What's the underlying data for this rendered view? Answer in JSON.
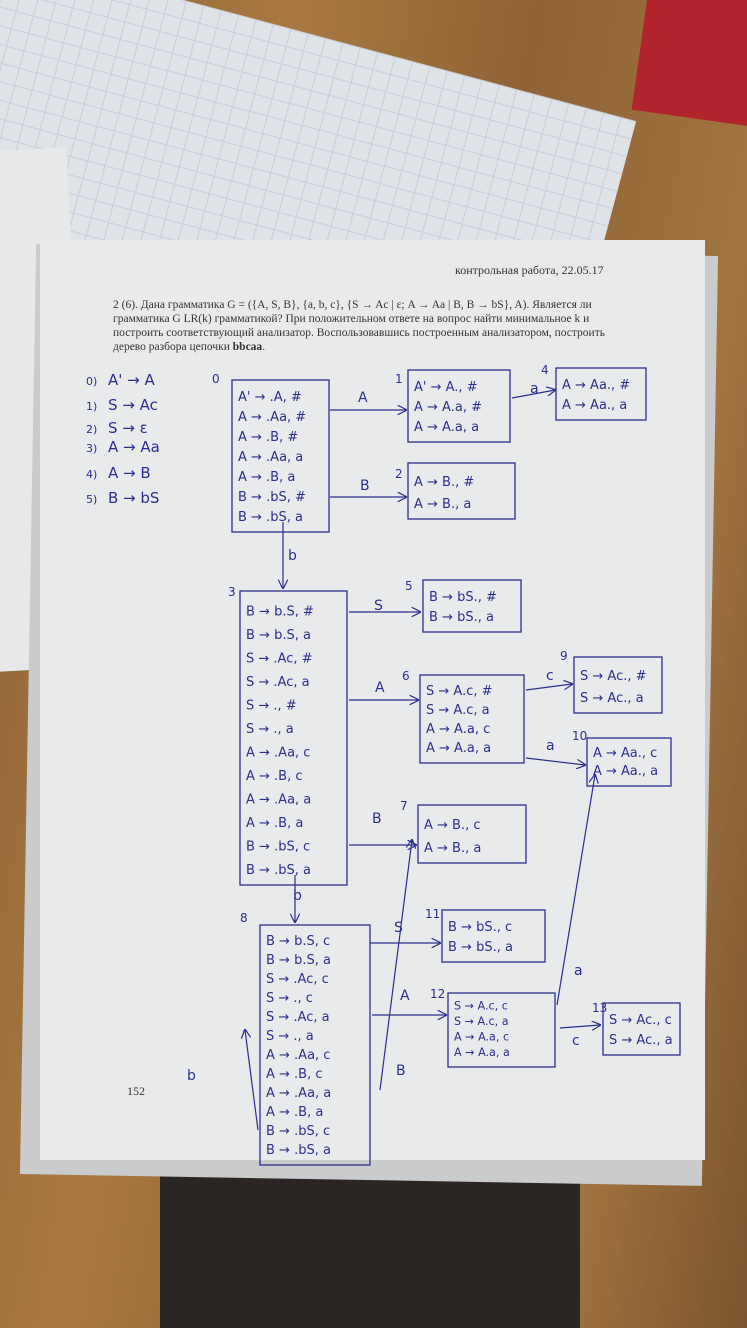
{
  "document": {
    "header": "контрольная работа, 22.05.17",
    "task_text": "2 (6). Дана грамматика G = ({A, S, B}, {a, b, c}, {S → Ac | ε; A → Aa | B, B → bS}, A). Является ли грамматика G LR(k) грамматикой? При положительном ответе на вопрос найти минимальное k и построить соответствующий анализатор. Воспользовавшись построенным анализатором, построить дерево разбора цепочки ",
    "task_bold": "bbcaa",
    "task_end": ".",
    "page_number": "152"
  },
  "handwriting": {
    "rules": [
      {
        "num": "0)",
        "text": "A' → A"
      },
      {
        "num": "1)",
        "text": "S → Ac"
      },
      {
        "num": "2)",
        "text": "S → ε"
      },
      {
        "num": "3)",
        "text": "A → Aa"
      },
      {
        "num": "4)",
        "text": "A → B"
      },
      {
        "num": "5)",
        "text": "B → bS"
      }
    ],
    "states": [
      {
        "id": "0",
        "items": [
          "A' → .A, #",
          "A → .Aa, #",
          "A → .B, #",
          "A → .Aa, a",
          "A → .B, a",
          "B → .bS, #",
          "B → .bS, a"
        ]
      },
      {
        "id": "1",
        "items": [
          "A' → A., #",
          "A → A.a, #",
          "A → A.a, a"
        ]
      },
      {
        "id": "2",
        "items": [
          "A → B., #",
          "A → B., a"
        ]
      },
      {
        "id": "3",
        "items": [
          "B → b.S, #",
          "B → b.S, a",
          "S → .Ac, #",
          "S → .Ac, a",
          "S → ., #",
          "S → ., a",
          "A → .Aa, c",
          "A → .B, c",
          "A → .Aa, a",
          "A → .B, a",
          "B → .bS, c",
          "B → .bS, a"
        ]
      },
      {
        "id": "4",
        "items": [
          "A → Aa., #",
          "A → Aa., a"
        ]
      },
      {
        "id": "5",
        "items": [
          "B → bS., #",
          "B → bS., a"
        ]
      },
      {
        "id": "6",
        "items": [
          "S → A.c, #",
          "S → A.c, a",
          "A → A.a, c",
          "A → A.a, a"
        ]
      },
      {
        "id": "7",
        "items": [
          "A → B., c",
          "A → B., a"
        ]
      },
      {
        "id": "8",
        "items": [
          "B → b.S, c",
          "B → b.S, a",
          "S → .Ac, c",
          "S → ., c",
          "S → .Ac, a",
          "S → ., a",
          "A → .Aa, c",
          "A → .B, c",
          "A → .Aa, a",
          "A → .B, a",
          "B → .bS, c",
          "B → .bS, a"
        ]
      },
      {
        "id": "9",
        "items": [
          "S → Ac., #",
          "S → Ac., a"
        ]
      },
      {
        "id": "10",
        "items": [
          "A → Aa., c",
          "A → Aa., a"
        ]
      },
      {
        "id": "11",
        "items": [
          "B → bS., c",
          "B → bS., a"
        ]
      },
      {
        "id": "12",
        "items": [
          "S → A.c, c",
          "S → A.c, a",
          "A → A.a, c",
          "A → A.a, a"
        ]
      },
      {
        "id": "13",
        "items": [
          "S → Ac., c",
          "S → Ac., a"
        ]
      }
    ],
    "transitions": [
      "A",
      "a",
      "B",
      "b",
      "S",
      "A",
      "c",
      "a",
      "B",
      "b",
      "S",
      "A",
      "B",
      "a",
      "c",
      "b"
    ]
  }
}
